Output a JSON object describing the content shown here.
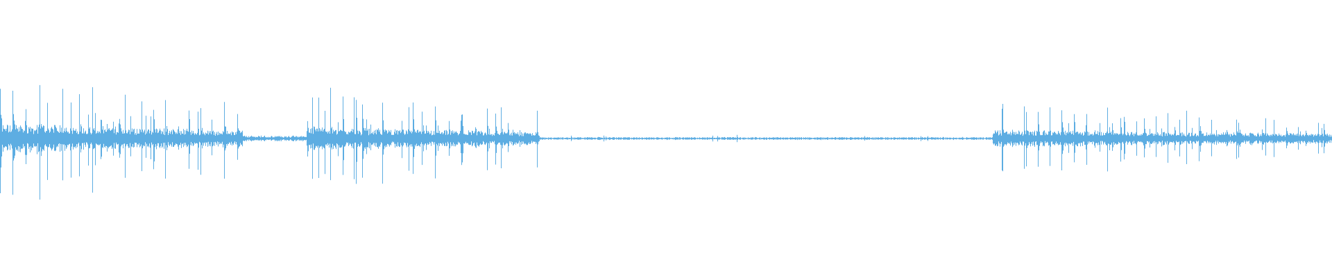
{
  "waveform": {
    "color": "#5DADE2",
    "background": "#FFFFFF",
    "style": "mirrored-amplitude",
    "segments": [
      {
        "start": 0.0,
        "end": 0.182,
        "kind": "loud",
        "level": 0.95
      },
      {
        "start": 0.182,
        "end": 0.23,
        "kind": "quiet",
        "level": 0.04
      },
      {
        "start": 0.23,
        "end": 0.405,
        "kind": "loud",
        "level": 0.75
      },
      {
        "start": 0.405,
        "end": 0.745,
        "kind": "quiet",
        "level": 0.02
      },
      {
        "start": 0.745,
        "end": 1.0,
        "kind": "loud",
        "level": 0.55
      }
    ]
  }
}
